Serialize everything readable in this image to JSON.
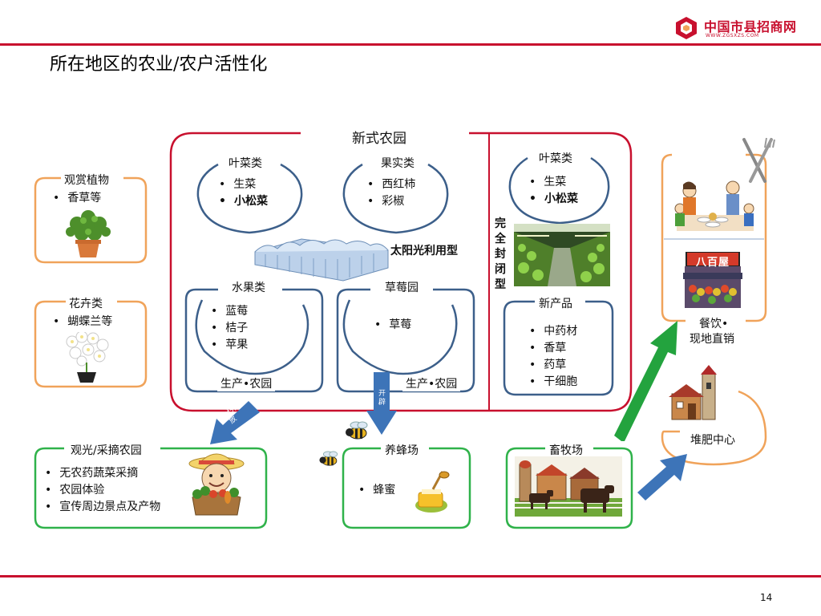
{
  "logo": {
    "name": "中国市县招商网",
    "url": "WWW.ZGSXZS.COM"
  },
  "title": "所在地区的农业/农户活性化",
  "main_box": {
    "title": "新式农园"
  },
  "left_section": {
    "leafy": {
      "label": "叶菜类",
      "items": [
        "生菜",
        "小松菜"
      ]
    },
    "fruit_veg": {
      "label": "果实类",
      "items": [
        "西红柿",
        "彩椒"
      ]
    },
    "solar": "太阳光利用型",
    "fruit": {
      "label": "水果类",
      "items": [
        "蓝莓",
        "桔子",
        "苹果"
      ],
      "footer": "生产•农园"
    },
    "strawberry": {
      "label": "草莓园",
      "items": [
        "草莓"
      ],
      "footer": "生产•农园"
    }
  },
  "right_section": {
    "vertical_label": "完全封闭型",
    "leafy": {
      "label": "叶菜类",
      "items": [
        "生菜",
        "小松菜"
      ]
    },
    "new_products": {
      "label": "新产品",
      "items": [
        "中药材",
        "香草",
        "药草",
        "干细胞"
      ]
    }
  },
  "ornamental": {
    "label": "观赏植物",
    "items": [
      "香草等"
    ]
  },
  "flowers": {
    "label": "花卉类",
    "items": [
      "蝴蝶兰等"
    ]
  },
  "sightseeing": {
    "label": "观光/采摘农园",
    "items": [
      "无农药蔬菜采摘",
      "农园体验",
      "宣传周边景点及产物"
    ]
  },
  "beekeeping": {
    "label": "养蜂场",
    "items": [
      "蜂蜜"
    ]
  },
  "livestock": {
    "label": "畜牧场"
  },
  "restaurant": {
    "label_line1": "餐饮•",
    "label_line2": "现地直销",
    "sign": "八百屋"
  },
  "compost": {
    "label": "堆肥中心"
  },
  "arrows": {
    "open_external": "对外开放",
    "develop": "开辟"
  },
  "page_number": "14",
  "colors": {
    "red": "#c8102e",
    "orange": "#f0a35a",
    "green": "#2fb24a",
    "blue_curve": "#3c5f8a",
    "arrow_blue": "#3d74b8",
    "arrow_green": "#23a33e"
  }
}
